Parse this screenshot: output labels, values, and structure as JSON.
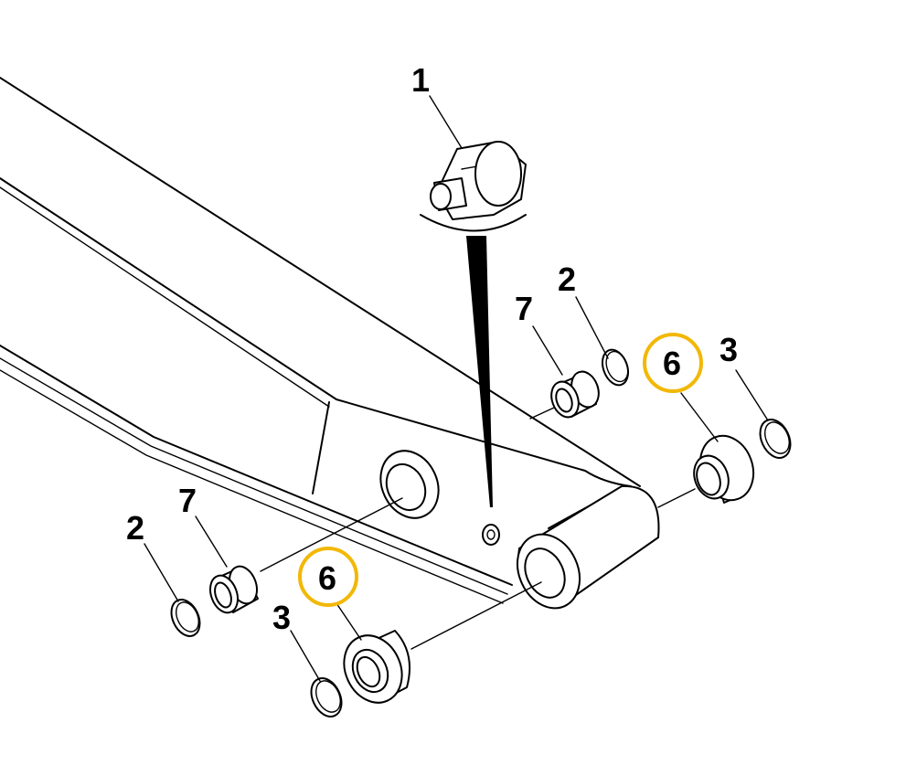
{
  "callouts": {
    "grease_fitting": "1",
    "ring_right": "2",
    "ring_left": "2",
    "seal_right": "3",
    "seal_left": "3",
    "flanged_bushing_right": "6",
    "flanged_bushing_left": "6",
    "bushing_right": "7",
    "bushing_left": "7"
  },
  "colors": {
    "highlight": "#f2b807",
    "line": "#000000"
  }
}
